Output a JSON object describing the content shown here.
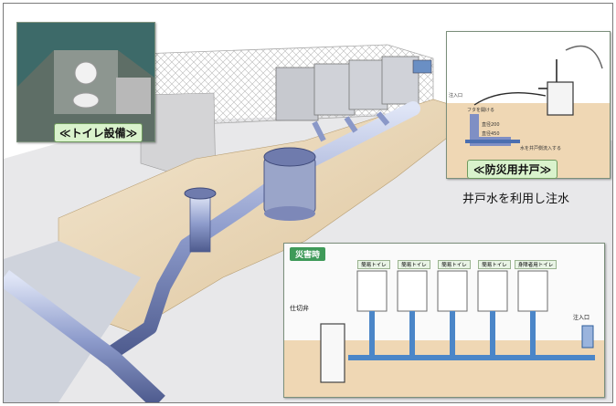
{
  "toilet_photo": {
    "caption": "≪トイレ設備≫"
  },
  "well_panel": {
    "title": "≪防災用井戸≫",
    "subtitle": "井戸水を利用し注水",
    "labels": {
      "inlet": "注入口",
      "open_lid": "フタを開ける",
      "diameter_200": "直径200",
      "diameter_450": "直径450",
      "drainage_note": "水を井戸側流入する"
    }
  },
  "disaster_panel": {
    "title": "災害時",
    "valve_label": "仕切弁",
    "inlet_label": "注入口",
    "booths": [
      "簡易トイレ",
      "簡易トイレ",
      "簡易トイレ",
      "簡易トイレ",
      "身障者用トイレ"
    ]
  },
  "colors": {
    "pipe": "#8a98c8",
    "soil": "#efd7b4",
    "caption_bg": "#d9f2cc",
    "disaster_title_bg": "#3f9a59"
  }
}
